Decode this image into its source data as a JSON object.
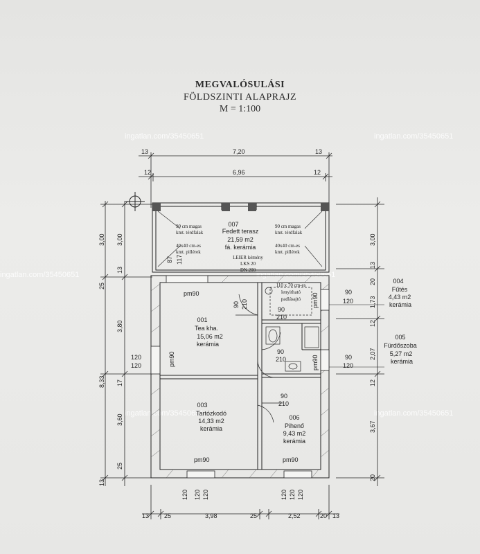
{
  "title": {
    "line1": "MEGVALÓSULÁSI",
    "line2": "FÖLDSZINTI ALAPRAJZ",
    "line3": "M = 1:100"
  },
  "watermarks": [
    "ingatlan.com/35450651",
    "ingatlan.com/35450651",
    "ingatlan.com/35450651",
    "ingatlan.com/35450651",
    "ingatlan.com/35450651",
    "ingatlan.com/35450651"
  ],
  "dims_top": {
    "row1": [
      "13",
      "7,20",
      "13"
    ],
    "row2": [
      "12",
      "6,96",
      "12"
    ]
  },
  "dims_bottom": [
    "13",
    "25",
    "3,98",
    "25",
    "2,52",
    "20",
    "13"
  ],
  "dims_left_outer": [
    "3,00",
    "25",
    "13",
    "3,80",
    "8,33",
    "17",
    "3,60",
    "25",
    "13"
  ],
  "dims_left_inner": [
    "3,00",
    "87",
    "117",
    "120",
    "120"
  ],
  "dims_right": [
    "3,00",
    "13",
    "20",
    "1,73",
    "12",
    "2,07",
    "12",
    "3,67",
    "20"
  ],
  "rooms": {
    "terrace": {
      "number": "007",
      "name": "Fedett terasz",
      "area": "21,59 m2",
      "floor": "fá. kerámia"
    },
    "kitchen": {
      "number": "001",
      "name": "Tea kha.",
      "area": "15,06 m2",
      "floor": "kerámia"
    },
    "living": {
      "number": "003",
      "name": "Tartózkodó",
      "area": "14,33 m2",
      "floor": "kerámia"
    },
    "rest": {
      "number": "006",
      "name": "Pihenő",
      "area": "9,43 m2",
      "floor": "kerámia"
    },
    "heating": {
      "number": "004",
      "name": "Fűtés",
      "area": "4,43 m2",
      "floor": "kerámia"
    },
    "bath": {
      "number": "005",
      "name": "Fürdőszoba",
      "area": "5,27 m2",
      "floor": "kerámia"
    }
  },
  "notes": {
    "wall_left": [
      "90 cm magas",
      "kmt. térdfalak"
    ],
    "wall_right": [
      "90 cm magas",
      "kmt. térdfalak"
    ],
    "pillar_left": [
      "40x40 cm-es",
      "kmt. pillérek"
    ],
    "pillar_right": [
      "40x40 cm-es",
      "kmt. pillérek"
    ],
    "chimney": [
      "LEIER kémény",
      "LKS 20",
      "DN 200"
    ],
    "hatch": [
      "110 x 70 cm-es",
      "lenyitható",
      "padlásajtó"
    ]
  },
  "openings": {
    "pm90": "pm90",
    "d90": "90",
    "d210": "210",
    "d120": "120"
  }
}
